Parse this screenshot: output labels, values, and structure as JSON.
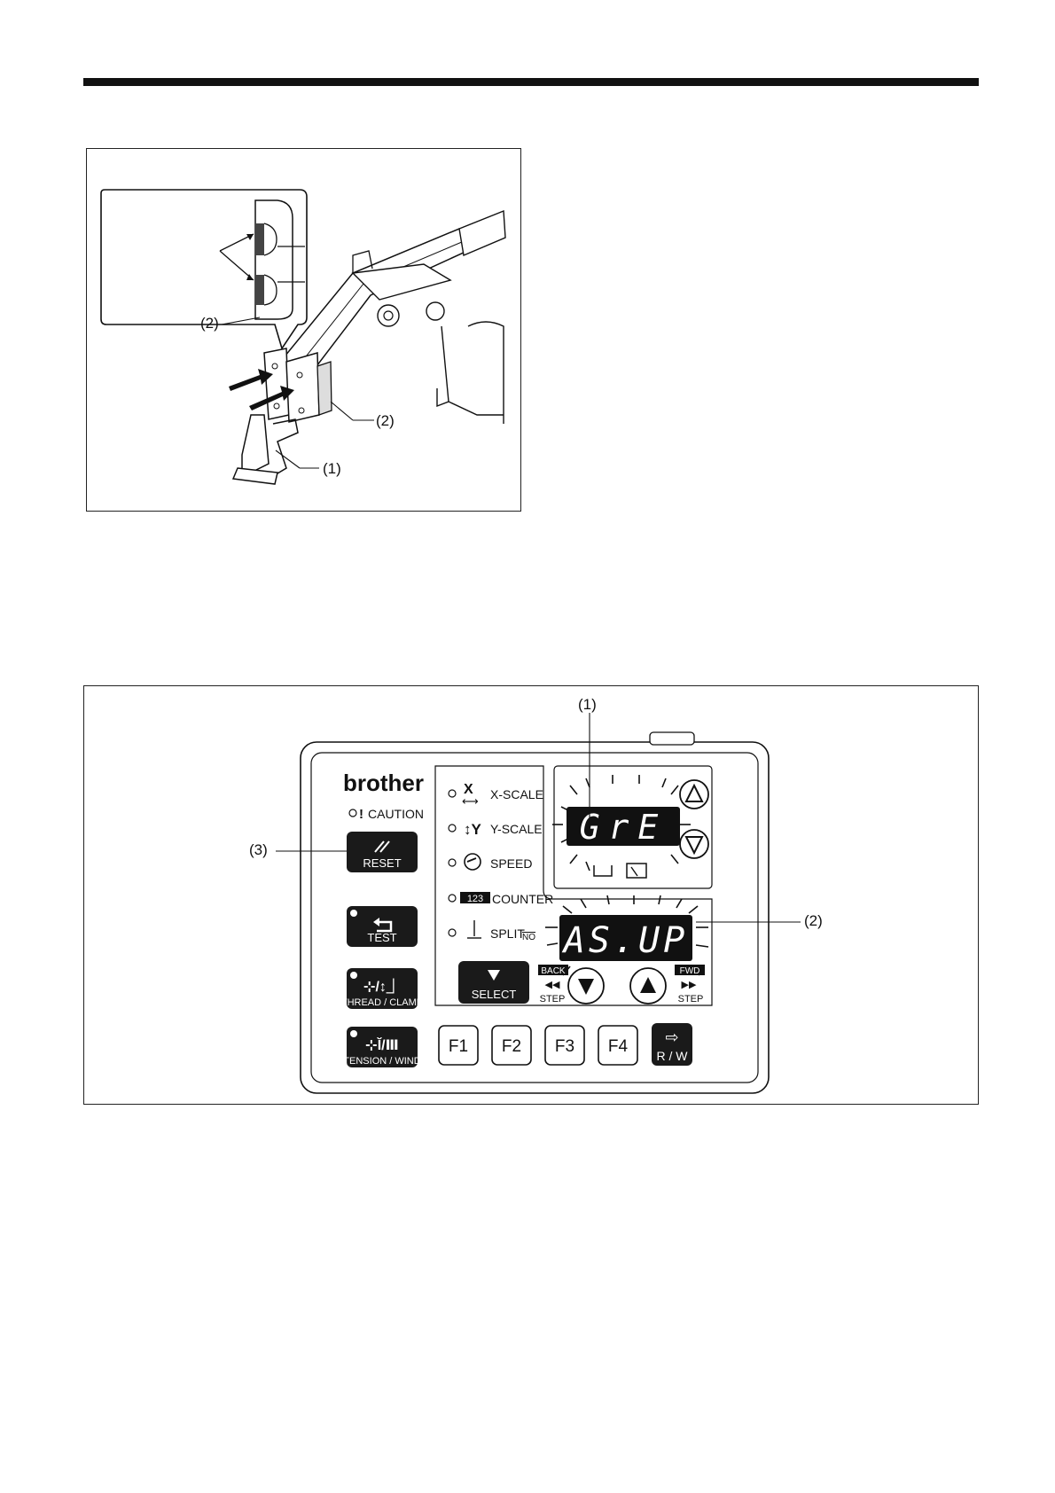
{
  "figure_top": {
    "callouts": {
      "rail": "(1)",
      "plate_main": "(2)",
      "plate_inset": "(2)"
    }
  },
  "panel": {
    "brand": "brother",
    "caution": "CAUTION",
    "leds": [
      "X-SCALE",
      "Y-SCALE",
      "SPEED",
      "COUNTER",
      "SPLIT"
    ],
    "split_suffix": "NO",
    "counter_digits": "123",
    "display_top": "GrE",
    "display_bottom": "AS.UP",
    "buttons": {
      "reset": "RESET",
      "test": "TEST",
      "thread_clamp": "THREAD / CLAMP",
      "tension_wind": "TENSION / WIND",
      "select": "SELECT",
      "back": "BACK",
      "fwd": "FWD",
      "step_left": "STEP",
      "step_right": "STEP",
      "f1": "F1",
      "f2": "F2",
      "f3": "F3",
      "f4": "F4",
      "rw": "R / W"
    },
    "callouts": {
      "top_display": "(1)",
      "bottom_display": "(2)",
      "reset": "(3)"
    }
  }
}
